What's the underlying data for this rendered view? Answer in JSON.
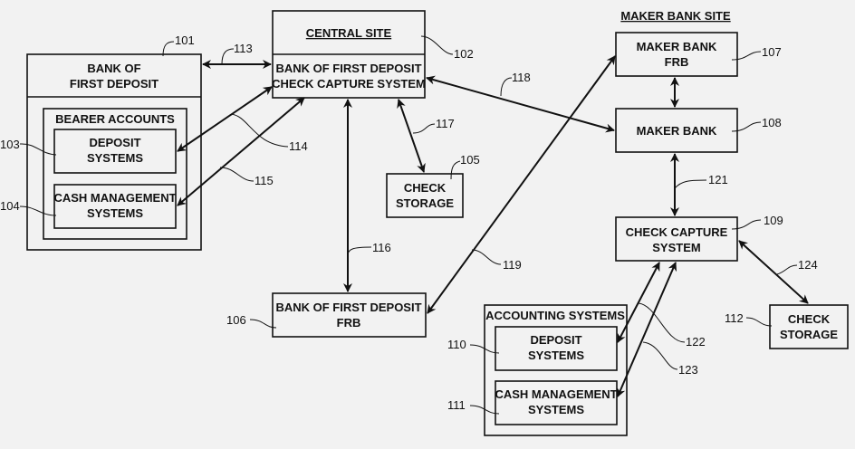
{
  "diagram": {
    "central_site": {
      "title": "CENTRAL SITE",
      "body_line1": "BANK OF FIRST DEPOSIT",
      "body_line2": "CHECK CAPTURE SYSTEM",
      "ref": "102"
    },
    "bank_first_deposit": {
      "title_line1": "BANK OF",
      "title_line2": "FIRST DEPOSIT",
      "ref": "101",
      "bearer_title": "BEARER ACCOUNTS",
      "deposit_line1": "DEPOSIT",
      "deposit_line2": "SYSTEMS",
      "deposit_ref": "103",
      "cash_line1": "CASH MANAGEMENT",
      "cash_line2": "SYSTEMS",
      "cash_ref": "104"
    },
    "check_storage_central": {
      "line1": "CHECK",
      "line2": "STORAGE",
      "ref": "105"
    },
    "bfd_frb": {
      "line1": "BANK OF FIRST DEPOSIT",
      "line2": "FRB",
      "ref": "106"
    },
    "maker_site": {
      "title": "MAKER BANK SITE",
      "frb_line1": "MAKER BANK",
      "frb_line2": "FRB",
      "frb_ref": "107",
      "maker_bank": "MAKER BANK",
      "maker_ref": "108",
      "capture_line1": "CHECK CAPTURE",
      "capture_line2": "SYSTEM",
      "capture_ref": "109"
    },
    "accounting": {
      "title": "ACCOUNTING SYSTEMS",
      "deposit_line1": "DEPOSIT",
      "deposit_line2": "SYSTEMS",
      "deposit_ref": "110",
      "cash_line1": "CASH MANAGEMENT",
      "cash_line2": "SYSTEMS",
      "cash_ref": "111"
    },
    "check_storage_maker": {
      "line1": "CHECK",
      "line2": "STORAGE",
      "ref": "112"
    },
    "connections": {
      "c113": "113",
      "c114": "114",
      "c115": "115",
      "c116": "116",
      "c117": "117",
      "c118": "118",
      "c119": "119",
      "c121": "121",
      "c122": "122",
      "c123": "123",
      "c124": "124"
    }
  }
}
